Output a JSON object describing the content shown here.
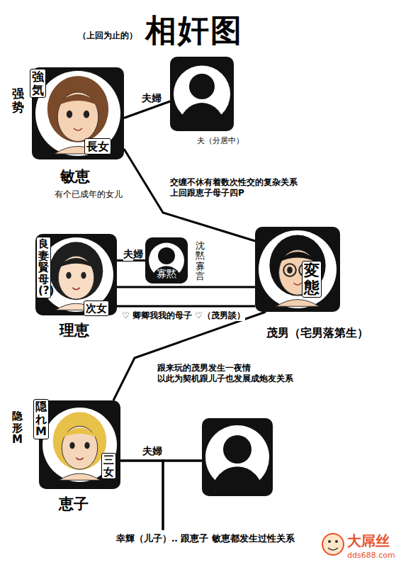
{
  "diagram": {
    "title": "相奸图",
    "nodes": [
      {
        "text": [
          "強気",
          "强势",
          "長女",
          "敏恵",
          "有个已成年的女儿"
        ]
      },
      {
        "text": [
          "夫（分居中）"
        ]
      },
      {
        "text": [
          "良妻賢母(?)",
          "次女",
          "理恵"
        ]
      },
      {
        "text": [
          "寡黙",
          "沈黙寡言"
        ]
      },
      {
        "text": [
          "変態",
          "茂男（宅男落第生）"
        ]
      },
      {
        "text": [
          "隠れM",
          "隐形M",
          "三女",
          "恵子"
        ]
      },
      {
        "text": []
      },
      {
        "text": [
          "幸輝（儿子）‥ 跟恵子 敏恵都发生过性关系"
        ]
      }
    ],
    "edges": [
      {
        "from": 0,
        "to": 1,
        "label": "夫婦",
        "arrow": "none"
      },
      {
        "from": 0,
        "to": 4,
        "label": "交缠不休有着数次性交的复杂关系 上回跟恵子母子四P",
        "arrow": "none"
      },
      {
        "from": 2,
        "to": 3,
        "label": "夫婦",
        "arrow": "none"
      },
      {
        "from": 2,
        "to": 4,
        "arrow": "none"
      },
      {
        "from": 2,
        "to": 4,
        "label": "♡ 卿卿我我的母子 ♡（茂男談）",
        "arrow": "none"
      },
      {
        "from": 4,
        "to": 5,
        "label": "跟来玩的茂男发生一夜情 以此为契机跟儿子也发展成炮友关系",
        "arrow": "none"
      },
      {
        "from": 5,
        "to": 6,
        "label": "夫婦",
        "arrow": "none"
      },
      {
        "from": 5,
        "to": 7,
        "arrow": "none"
      },
      {
        "from": 6,
        "to": 7,
        "arrow": "none"
      }
    ],
    "labels": [
      "（上回为止的）",
      "大屌丝",
      "dds688.com"
    ]
  }
}
